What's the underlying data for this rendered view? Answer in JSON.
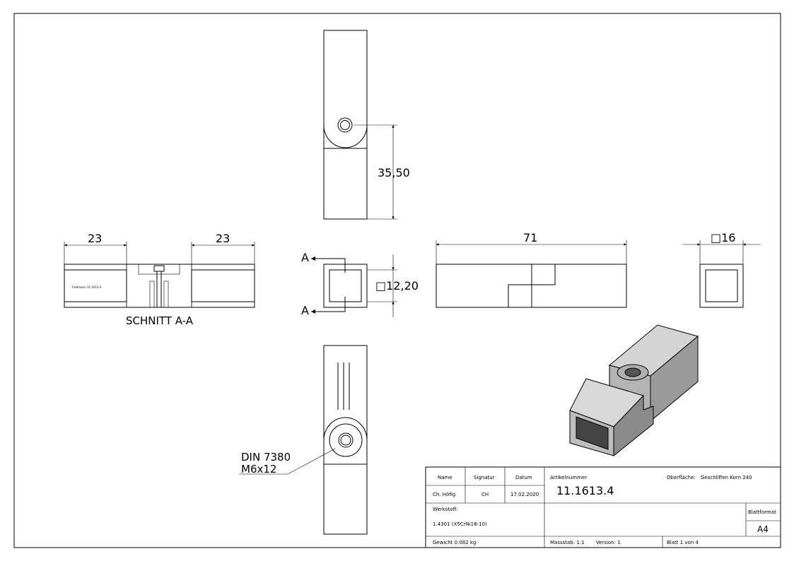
{
  "dimensions": {
    "d_top_height": "35,50",
    "d_left": "23",
    "d_right": "23",
    "d_length": "71",
    "d_square_side": "□16",
    "d_inner_square": "□12,20"
  },
  "section": {
    "title": "SCHNITT A-A",
    "marker_top": "A",
    "marker_bottom": "A",
    "engraving": "Feldmann 11.1613.4"
  },
  "callout": {
    "line1": "DIN 7380",
    "line2": "M6x12"
  },
  "titleblock": {
    "name_label": "Name",
    "signatur_label": "Signatur",
    "datum_label": "Datum",
    "name_value": "Ch. Höfig",
    "signatur_value": "CH",
    "datum_value": "17.02.2020",
    "artikel_label": "Artikelnummer",
    "artikel_value": "11.1613.4",
    "oberflaeche_label": "Oberfläche:",
    "oberflaeche_value": "Geschliffen Korn 240",
    "werkstoff_label": "Werkstoff:",
    "werkstoff_value": "1.4301 (X5CrNi18-10)",
    "blattformat_label": "Blattformat",
    "blattformat_value": "A4",
    "gewicht": "Gewicht 0.082 kg",
    "massstab": "Massstab: 1:1",
    "version": "Version: 1",
    "blatt": "Blatt 1 von 4"
  }
}
